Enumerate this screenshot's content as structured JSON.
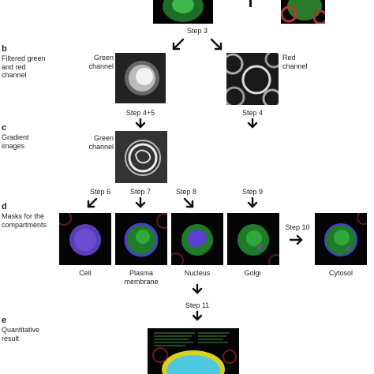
{
  "section_b": {
    "letter": "b",
    "desc_line1": "Filtered green",
    "desc_line2": "and red",
    "desc_line3": "channel"
  },
  "section_c": {
    "letter": "c",
    "desc_line1": "Gradient",
    "desc_line2": "images"
  },
  "section_d": {
    "letter": "d",
    "desc_line1": "Masks for the",
    "desc_line2": "compartments"
  },
  "section_e": {
    "letter": "e",
    "desc_line1": "Quantitative",
    "desc_line2": "result"
  },
  "steps": {
    "step3": "Step 3",
    "step45": "Step 4+5",
    "step4": "Step 4",
    "step6": "Step 6",
    "step7": "Step 7",
    "step8": "Step 8",
    "step9": "Step 9",
    "step10": "Step 10",
    "step11": "Step 11"
  },
  "images": {
    "green_channel_line1": "Green",
    "green_channel_line2": "channel",
    "red_channel_line1": "Red",
    "red_channel_line2": "channel",
    "gradient_green_line1": "Green",
    "gradient_green_line2": "channel"
  },
  "masks": {
    "cell": "Cell",
    "plasma_line1": "Plasma",
    "plasma_line2": "membrane",
    "nucleus": "Nucleus",
    "golgi": "Golgi",
    "cytosol": "Cytosol"
  },
  "colors": {
    "arrow": "#111111",
    "tile_bg": "#000000"
  }
}
